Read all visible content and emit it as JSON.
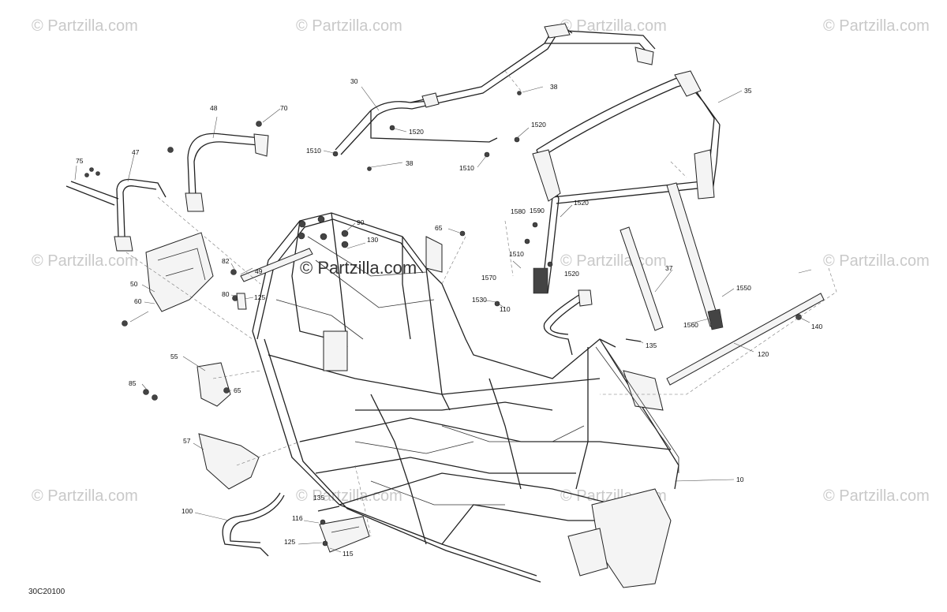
{
  "watermark": {
    "text": "© Partzilla.com",
    "center_text": "© Partzilla.com"
  },
  "diagram_code": "30C20100",
  "callouts": [
    {
      "id": "c30",
      "text": "30"
    },
    {
      "id": "c38a",
      "text": "38"
    },
    {
      "id": "c38b",
      "text": "38"
    },
    {
      "id": "c35",
      "text": "35"
    },
    {
      "id": "c1520a",
      "text": "1520"
    },
    {
      "id": "c1520b",
      "text": "1520"
    },
    {
      "id": "c1520c",
      "text": "1520"
    },
    {
      "id": "c1520d",
      "text": "1520"
    },
    {
      "id": "c1510a",
      "text": "1510"
    },
    {
      "id": "c1510b",
      "text": "1510"
    },
    {
      "id": "c1510c",
      "text": "1510"
    },
    {
      "id": "c1580",
      "text": "1580"
    },
    {
      "id": "c1590",
      "text": "1590"
    },
    {
      "id": "c1570",
      "text": "1570"
    },
    {
      "id": "c1530",
      "text": "1530"
    },
    {
      "id": "c1550",
      "text": "1550"
    },
    {
      "id": "c1560",
      "text": "1560"
    },
    {
      "id": "c48",
      "text": "48"
    },
    {
      "id": "c70",
      "text": "70"
    },
    {
      "id": "c47",
      "text": "47"
    },
    {
      "id": "c75",
      "text": "75"
    },
    {
      "id": "c90",
      "text": "90"
    },
    {
      "id": "c130",
      "text": "130"
    },
    {
      "id": "c65a",
      "text": "65"
    },
    {
      "id": "c65b",
      "text": "65"
    },
    {
      "id": "c82",
      "text": "82"
    },
    {
      "id": "c49",
      "text": "49"
    },
    {
      "id": "c80",
      "text": "80"
    },
    {
      "id": "c125a",
      "text": "125"
    },
    {
      "id": "c125b",
      "text": "125"
    },
    {
      "id": "c50",
      "text": "50"
    },
    {
      "id": "c60",
      "text": "60"
    },
    {
      "id": "c110",
      "text": "110"
    },
    {
      "id": "c37",
      "text": "37"
    },
    {
      "id": "c135a",
      "text": "135"
    },
    {
      "id": "c135b",
      "text": "135"
    },
    {
      "id": "c140",
      "text": "140"
    },
    {
      "id": "c120",
      "text": "120"
    },
    {
      "id": "c55",
      "text": "55"
    },
    {
      "id": "c85",
      "text": "85"
    },
    {
      "id": "c57",
      "text": "57"
    },
    {
      "id": "c10",
      "text": "10"
    },
    {
      "id": "c100",
      "text": "100"
    },
    {
      "id": "c116",
      "text": "116"
    },
    {
      "id": "c115",
      "text": "115"
    }
  ]
}
